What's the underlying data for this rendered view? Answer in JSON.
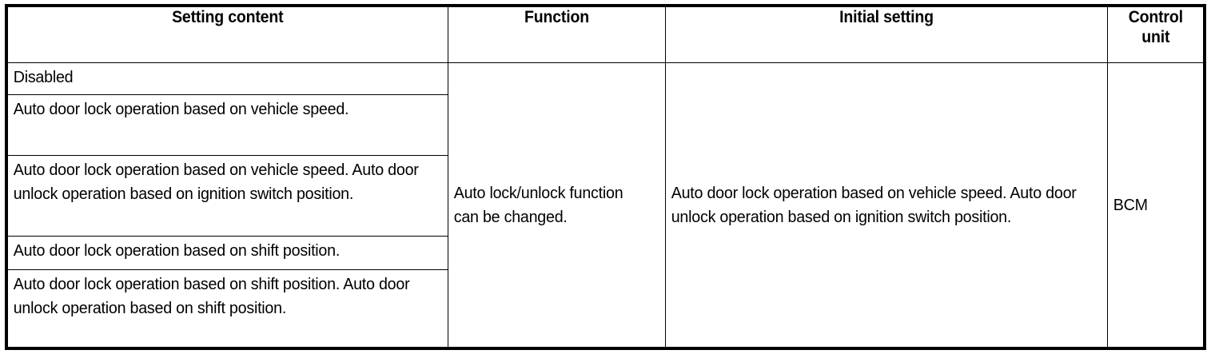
{
  "table": {
    "headers": [
      {
        "label": "Setting content"
      },
      {
        "label": "Function"
      },
      {
        "label": "Initial setting"
      },
      {
        "label": "Control unit",
        "line1": "Control",
        "line2": "unit"
      }
    ],
    "setting_content_rows": [
      "Disabled",
      "Auto door lock operation based on vehicle speed.",
      "Auto door lock operation based on vehicle speed. Auto door unlock operation based on ignition switch position.",
      "Auto door lock operation based on shift position.",
      "Auto door lock operation based on shift position. Auto door unlock operation based on shift position."
    ],
    "function": "Auto lock/unlock function can be changed.",
    "initial_setting": "Auto door lock operation based on vehicle speed. Auto door unlock operation based on ignition switch position.",
    "control_unit": "BCM"
  },
  "colors": {
    "border": "#000000",
    "background": "#ffffff",
    "text": "#000000"
  }
}
